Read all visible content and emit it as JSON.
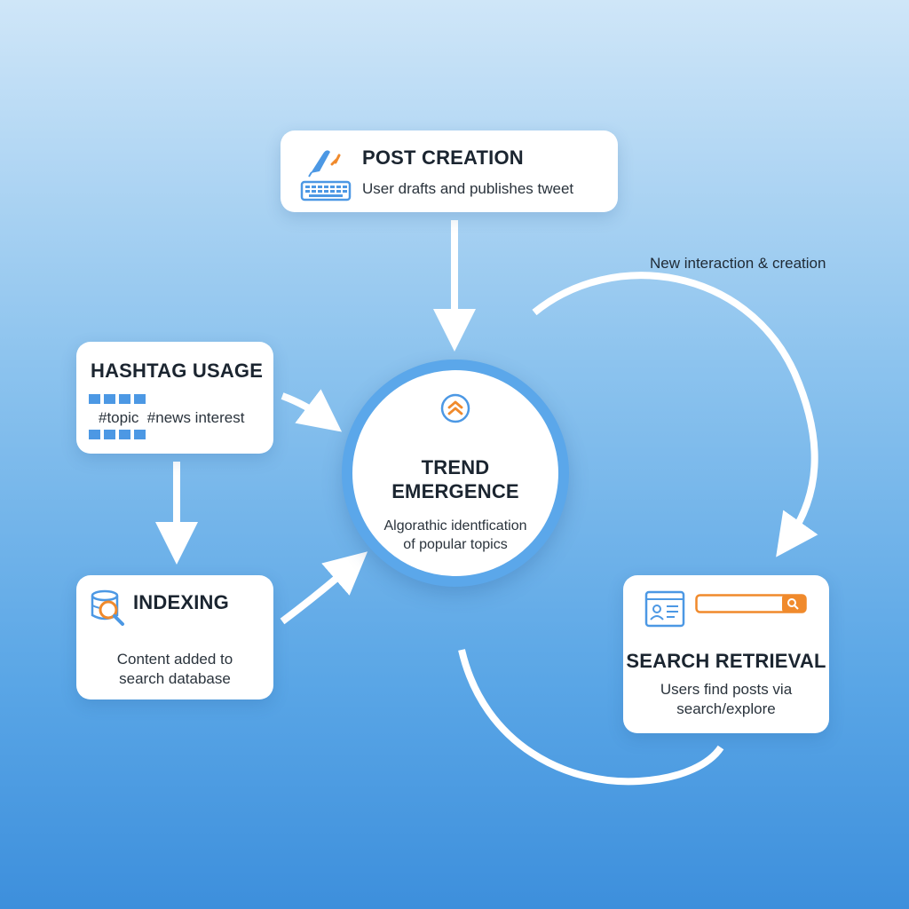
{
  "post_creation": {
    "title": "POST CREATION",
    "description": "User drafts and publishes tweet",
    "icon": "keyboard-quill-icon"
  },
  "hashtag_usage": {
    "title": "HASHTAG USAGE",
    "tags": "#topic  #news interest",
    "icon": "hashtag-grid-icon"
  },
  "indexing": {
    "title": "INDEXING",
    "description_line1": "Content added to",
    "description_line2": "search database",
    "icon": "database-search-icon"
  },
  "trend_emergence": {
    "title_line1": "TREND",
    "title_line2": "EMERGENCE",
    "description_line1": "Algorathic identfication",
    "description_line2": "of popular topics",
    "icon": "chevron-up-icon"
  },
  "search_retrieval": {
    "title": "SEARCH RETRIEVAL",
    "description_line1": "Users find posts via",
    "description_line2": "search/explore",
    "icons": [
      "profile-card-icon",
      "search-bar-icon"
    ]
  },
  "loop_label": "New interaction & creation",
  "colors": {
    "accent_blue": "#5ba7ea",
    "accent_orange": "#f08a2c",
    "arrow": "#ffffff"
  }
}
